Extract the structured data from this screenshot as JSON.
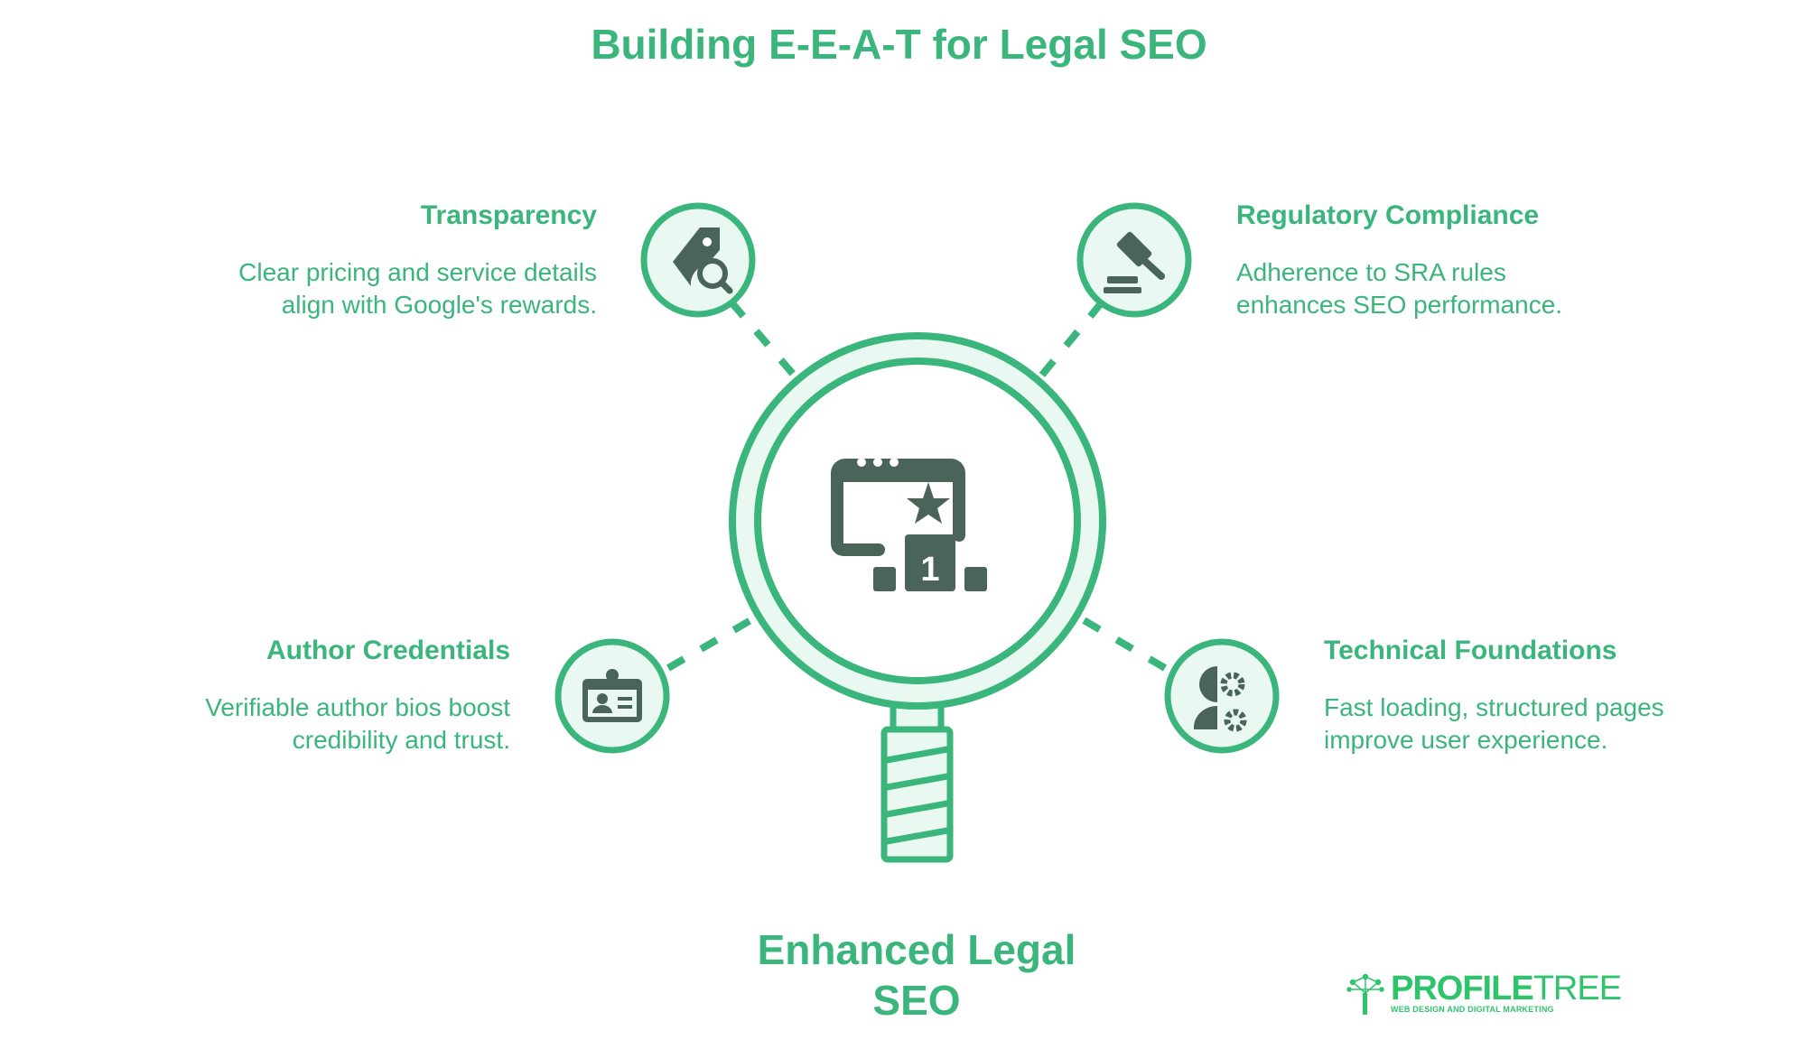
{
  "title": "Building E-E-A-T for Legal SEO",
  "center_label": {
    "line1": "Enhanced Legal",
    "line2": "SEO"
  },
  "items": [
    {
      "heading": "Transparency",
      "line1": "Clear pricing and service details",
      "line2": "align with Google's rewards.",
      "icon": "price-tag-search-icon"
    },
    {
      "heading": "Regulatory Compliance",
      "line1": "Adherence to SRA rules",
      "line2": "enhances SEO performance.",
      "icon": "gavel-icon"
    },
    {
      "heading": "Author Credentials",
      "line1": "Verifiable author bios boost",
      "line2": "credibility and trust.",
      "icon": "id-badge-icon"
    },
    {
      "heading": "Technical Foundations",
      "line1": "Fast loading, structured pages",
      "line2": "improve user experience.",
      "icon": "person-gear-icon"
    }
  ],
  "logo": {
    "name_bold": "PROFILE",
    "name_light": "TREE",
    "tagline": "WEB DESIGN AND DIGITAL MARKETING"
  },
  "colors": {
    "green": "#3ab57b",
    "light_green": "#e9f9f1",
    "icon": "#4b6459"
  }
}
